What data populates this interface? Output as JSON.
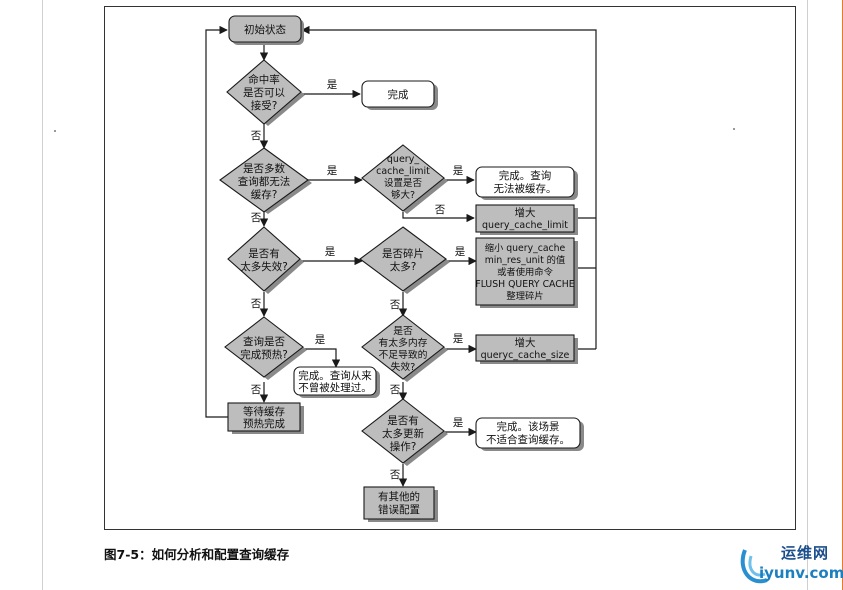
{
  "diagram": {
    "start": "初始状态",
    "q_cache_hit": [
      "命中率",
      "是否可以",
      "接受?"
    ],
    "done": "完成",
    "q_many_uncacheable": [
      "是否多数",
      "查询都无法",
      "缓存?"
    ],
    "q_limit_big": [
      "query_",
      "cache_limit",
      "设置是否",
      "够大?"
    ],
    "done_uncacheable": [
      "完成。查询",
      "无法被缓存。"
    ],
    "act_increase_limit": [
      "增大",
      "query_cache_limit"
    ],
    "q_many_invalidations": [
      "是否有",
      "太多失效?"
    ],
    "q_fragmented": [
      "是否碎片",
      "太多?"
    ],
    "act_defrag": [
      "缩小 query_cache",
      "min_res_unit 的值",
      "或者使用命令",
      "FLUSH QUERY CACHE",
      "整理碎片"
    ],
    "q_warmed": [
      "查询是否",
      "完成预热?"
    ],
    "done_unprocessed": [
      "完成。查询从来",
      "不曾被处理过。"
    ],
    "q_low_memory": [
      "是否",
      "有太多内存",
      "不足导致的",
      "失效?"
    ],
    "act_increase_size": [
      "增大",
      "queryc_cache_size"
    ],
    "act_wait_warm": [
      "等待缓存",
      "预热完成"
    ],
    "q_many_updates": [
      "是否有",
      "太多更新",
      "操作?"
    ],
    "done_workload": [
      "完成。该场景",
      "不适合查询缓存。"
    ],
    "act_misconfig": [
      "有其他的",
      "错误配置"
    ],
    "yes": "是",
    "no": "否"
  },
  "caption": "图7-5：如何分析和配置查询缓存",
  "watermark": {
    "line1": "运维网",
    "line2": "iyunv.com"
  },
  "colors": {
    "shade": "#bdbdbd",
    "shadow": "#8a8a8a",
    "edge": "#1a1a1a",
    "accent": "#e9792b"
  }
}
